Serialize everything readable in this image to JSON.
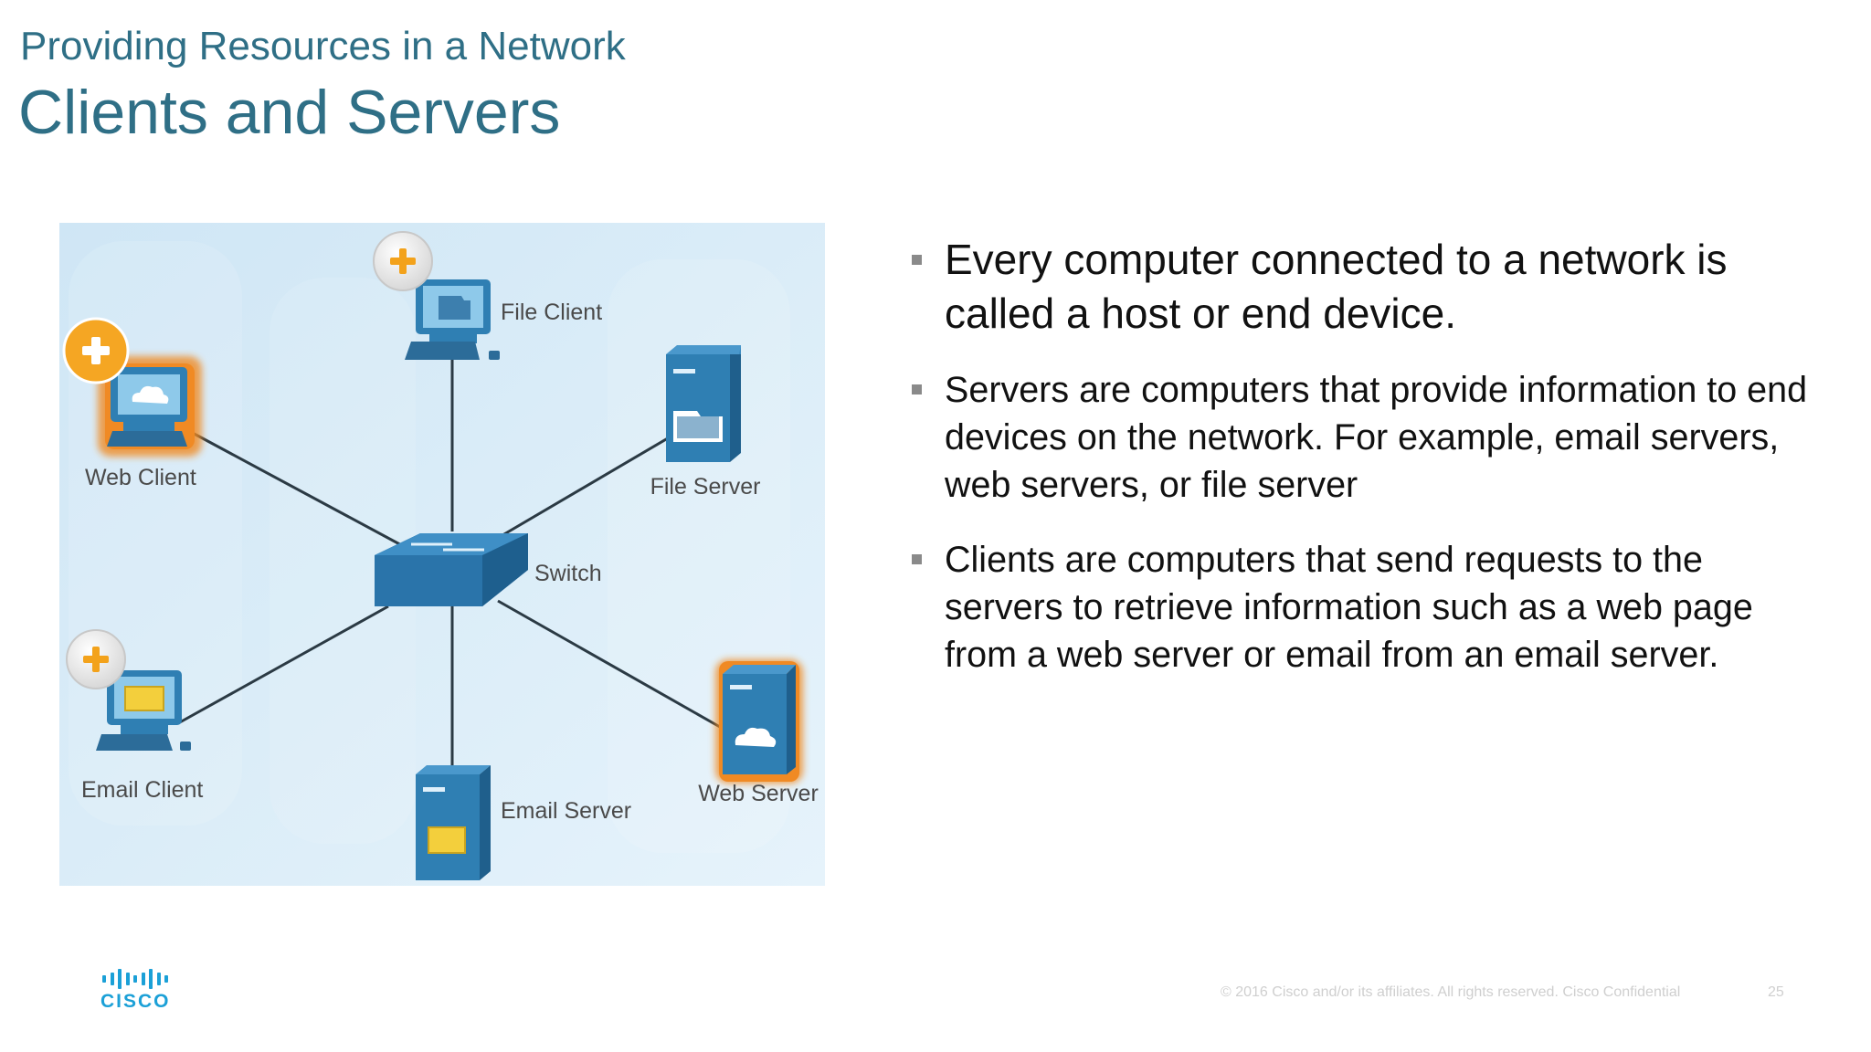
{
  "slide": {
    "subtitle": "Providing Resources in a Network",
    "title": "Clients and Servers"
  },
  "diagram": {
    "nodes": {
      "file_client": "File Client",
      "web_client": "Web Client",
      "file_server": "File Server",
      "switch": "Switch",
      "email_client": "Email Client",
      "web_server": "Web Server",
      "email_server": "Email Server"
    },
    "colors": {
      "background": "#d9ecf7",
      "device": "#2f7fb3",
      "highlight": "#f08a24",
      "screen": "#8ec9ea",
      "envelope": "#f3cf3c",
      "link": "#2b3a44"
    },
    "badges": [
      "plus-badge-web-client",
      "plus-badge-file-client",
      "plus-badge-email-client"
    ]
  },
  "bullets": [
    "Every computer connected to a network is called a host or end device.",
    "Servers are computers that provide information to end devices on the network. For example, email servers, web servers, or file server",
    "Clients are computers that send requests to the servers to retrieve information such as a web page from a web server or email from an email server."
  ],
  "footer": {
    "copyright": "© 2016  Cisco and/or its affiliates. All rights reserved.   Cisco Confidential",
    "page_number": "25"
  },
  "logo": {
    "text": "CISCO"
  }
}
